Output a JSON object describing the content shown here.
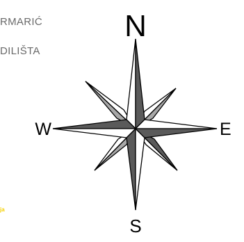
{
  "header": {
    "line1": "RMARIĆ",
    "line2": "DILIŠTA"
  },
  "footer": {
    "note": "ja"
  },
  "compass": {
    "north_label": "N",
    "south_label": "S",
    "east_label": "E",
    "west_label": "W"
  },
  "colors": {
    "text_gray": "#6a6a6a",
    "note_yellow": "#f5d000",
    "shade": "#5a5a5a",
    "shade_light": "#a8a8a8",
    "outline": "#000000"
  }
}
